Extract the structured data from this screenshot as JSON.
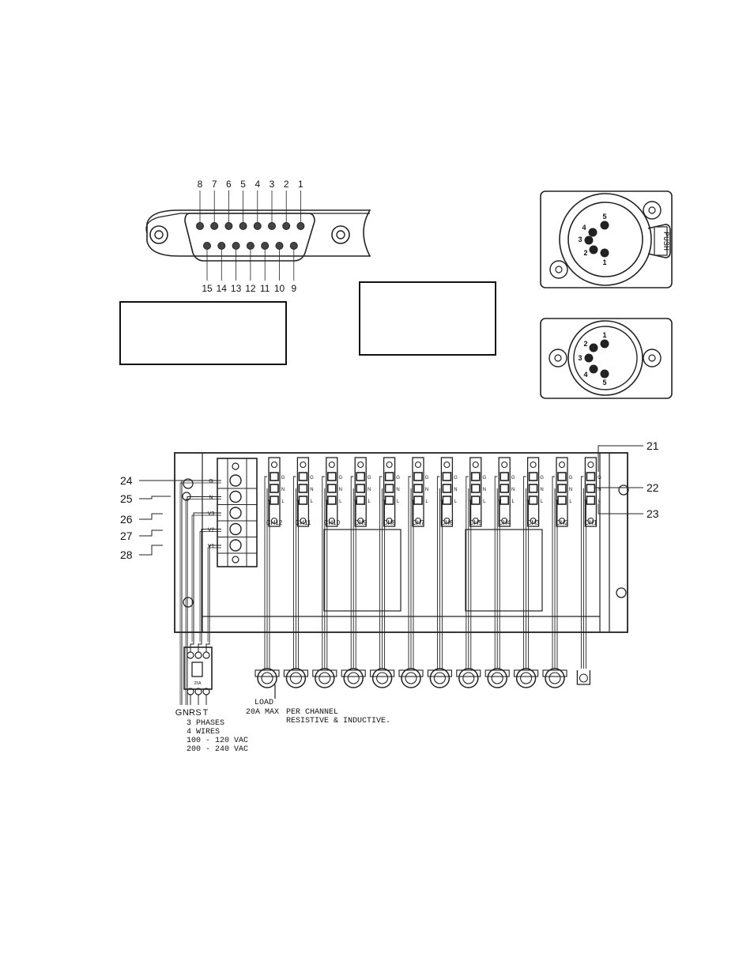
{
  "dsub": {
    "top_pins": [
      "8",
      "7",
      "6",
      "5",
      "4",
      "3",
      "2",
      "1"
    ],
    "bottom_pins": [
      "15",
      "14",
      "13",
      "12",
      "11",
      "10",
      "9"
    ]
  },
  "xlr_female": {
    "pins": [
      "5",
      "4",
      "3",
      "2",
      "1"
    ],
    "push_label": "PUSH"
  },
  "xlr_male": {
    "pins": [
      "1",
      "2",
      "3",
      "4",
      "5"
    ]
  },
  "callouts": {
    "left": [
      "24",
      "25",
      "26",
      "27",
      "28"
    ],
    "right": [
      "21",
      "22",
      "23"
    ]
  },
  "terminal_labels": [
    "G",
    "N",
    "V3",
    "V2",
    "V1"
  ],
  "channel_terminal_letters": [
    "G",
    "N",
    "L"
  ],
  "channels": [
    "CH12",
    "CH11",
    "CH10",
    "CH9",
    "CH8",
    "CH7",
    "CH6",
    "CH5",
    "CH4",
    "CH3",
    "CH2",
    "CH1"
  ],
  "power_input": {
    "wires": [
      "G",
      "N",
      "R",
      "S",
      "T"
    ],
    "breaker_label": "25A",
    "lines": [
      "3  PHASES",
      "4  WIRES",
      "100 - 120  VAC",
      "200 - 240  VAC"
    ]
  },
  "load_note": {
    "line1a": "LOAD",
    "line2a": "20A  MAX",
    "line1b": "PER CHANNEL",
    "line2b": "RESISTIVE & INDUCTIVE."
  }
}
